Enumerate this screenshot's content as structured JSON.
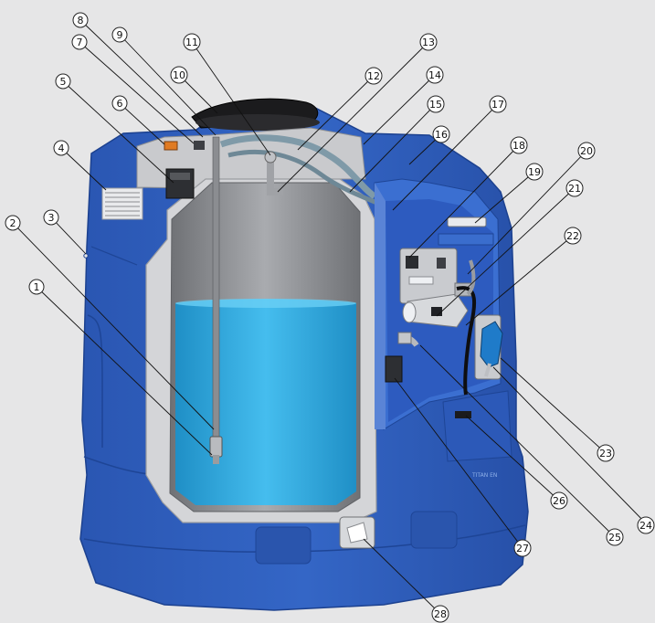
{
  "diagram": {
    "brand_text": "TITAN EN",
    "callouts": [
      "1",
      "2",
      "3",
      "4",
      "5",
      "6",
      "7",
      "8",
      "9",
      "10",
      "11",
      "12",
      "13",
      "14",
      "15",
      "16",
      "17",
      "18",
      "19",
      "20",
      "21",
      "22",
      "23",
      "24",
      "25",
      "26",
      "27",
      "28"
    ],
    "colors": {
      "background": "#e6e6e7",
      "tank_blue": "#2f5fbf",
      "tank_blue_dark": "#1e4596",
      "fluid_blue": "#30a8dd",
      "inner_grey": "#9a9ca0",
      "frame_light": "#d4d5d8",
      "lid_black": "#1b1b1d"
    }
  }
}
